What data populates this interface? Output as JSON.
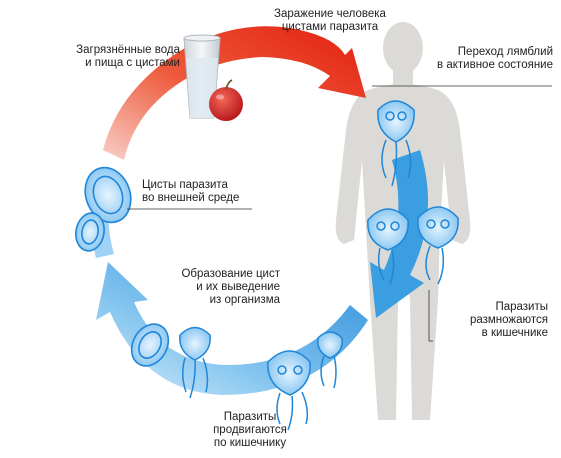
{
  "labels": {
    "infection": "Заражение человека\nцистами паразита",
    "water_food": "Загрязнённые вода\nи пища с цистами",
    "active_state": "Переход лямблий\nв активное состояние",
    "cysts_environment": "Цисты паразита\nво внешней среде",
    "cyst_formation": "Образование цист\nи их выведение\nиз организма",
    "multiply": "Паразиты\nразмножаются\nв кишечнике",
    "move": "Паразиты\nпродвигаются\nпо кишечнику"
  },
  "colors": {
    "arrow_red": "#e8291c",
    "arrow_blue": "#3a9ee0",
    "parasite": "#1f86d8",
    "body": "#dcdad6",
    "apple": "#d8262c"
  }
}
